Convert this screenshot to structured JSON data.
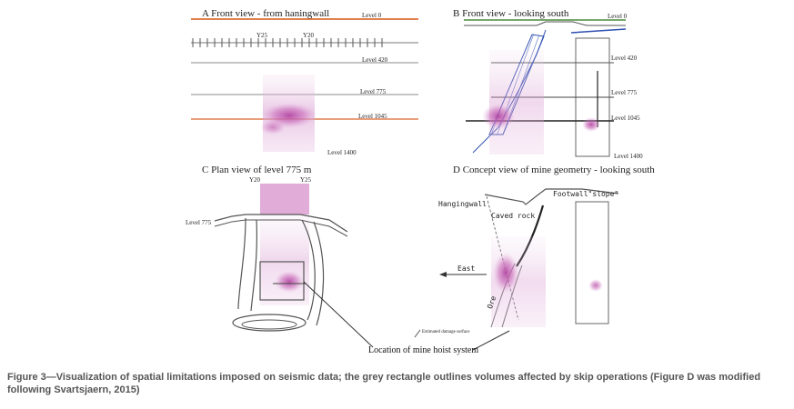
{
  "panels": {
    "A": {
      "title": "A   Front view - from haningwall",
      "levels": [
        "Level 0",
        "Level 420",
        "Level 775",
        "Level 1045",
        "Level 1400"
      ],
      "y_markers": [
        "Y25",
        "Y20"
      ]
    },
    "B": {
      "title": "B   Front view - looking south",
      "levels": [
        "Level 0",
        "Level 420",
        "Level 775",
        "Level 1045",
        "Level 1400"
      ]
    },
    "C": {
      "title": "C   Plan view of level 775 m",
      "level": "Level 775",
      "y_markers": [
        "Y20",
        "Y25"
      ]
    },
    "D": {
      "title": "D   Concept view of mine geometry - looking south",
      "hangingwall": "Hangingwall",
      "caved_rock": "Caved rock",
      "footwall": "Footwall\"slope\"",
      "east": "East",
      "ore": "Ore",
      "damage": "Estimated damage surface"
    }
  },
  "callout": "Location of mine hoist system",
  "caption": "Figure 3—Visualization of spatial limitations imposed on seismic data; the grey rectangle outlines volumes affected by skip operations (Figure D was modified following Svartsjaern, 2015)",
  "colors": {
    "seismic": "#c05ab0",
    "orange_level": "#e08050",
    "green_level": "#4a8a3a",
    "blue_ore": "#3050b0"
  }
}
